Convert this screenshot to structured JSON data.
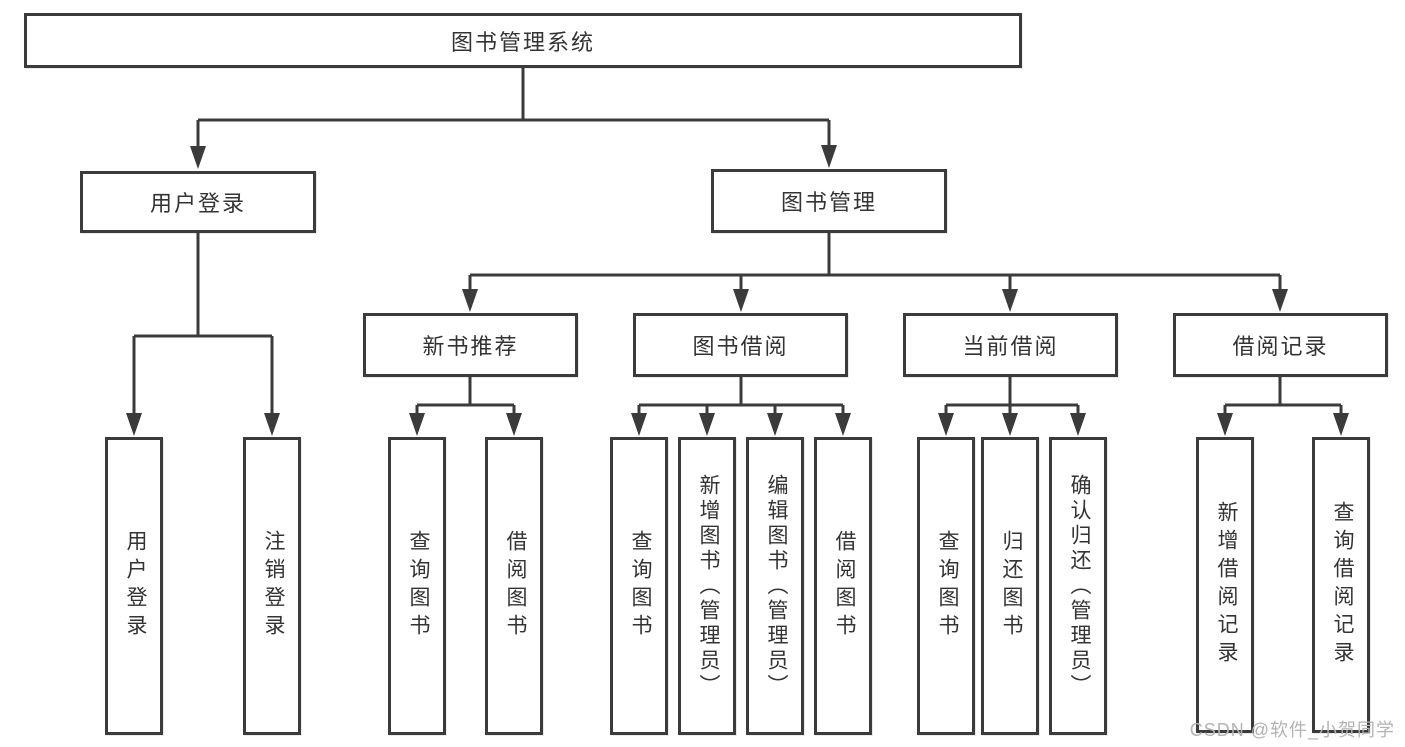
{
  "tree": {
    "root": "图书管理系统",
    "branches": {
      "user_login": "用户登录",
      "book_mgmt": "图书管理"
    },
    "modules": {
      "new_book_rec": "新书推荐",
      "book_borrow": "图书借阅",
      "current_borrow": "当前借阅",
      "borrow_record": "借阅记录"
    },
    "leaves": {
      "user_login_leaf": "用户登录",
      "logout": "注销登录",
      "query_books_1": "查询图书",
      "borrow_books_1": "借阅图书",
      "query_books_2": "查询图书",
      "add_books_admin": "新增图书（管理员）",
      "edit_books_admin": "编辑图书（管理员）",
      "borrow_books_2": "借阅图书",
      "query_books_3": "查询图书",
      "return_books": "归还图书",
      "confirm_return_admin": "确认归还（管理员）",
      "add_borrow_record": "新增借阅记录",
      "query_borrow_record": "查询借阅记录"
    }
  },
  "watermark": "CSDN @软件_小贺同学",
  "colors": {
    "line": "#3b3b3b",
    "text": "#333333",
    "watermark": "#b3b3b3",
    "background": "#ffffff"
  }
}
